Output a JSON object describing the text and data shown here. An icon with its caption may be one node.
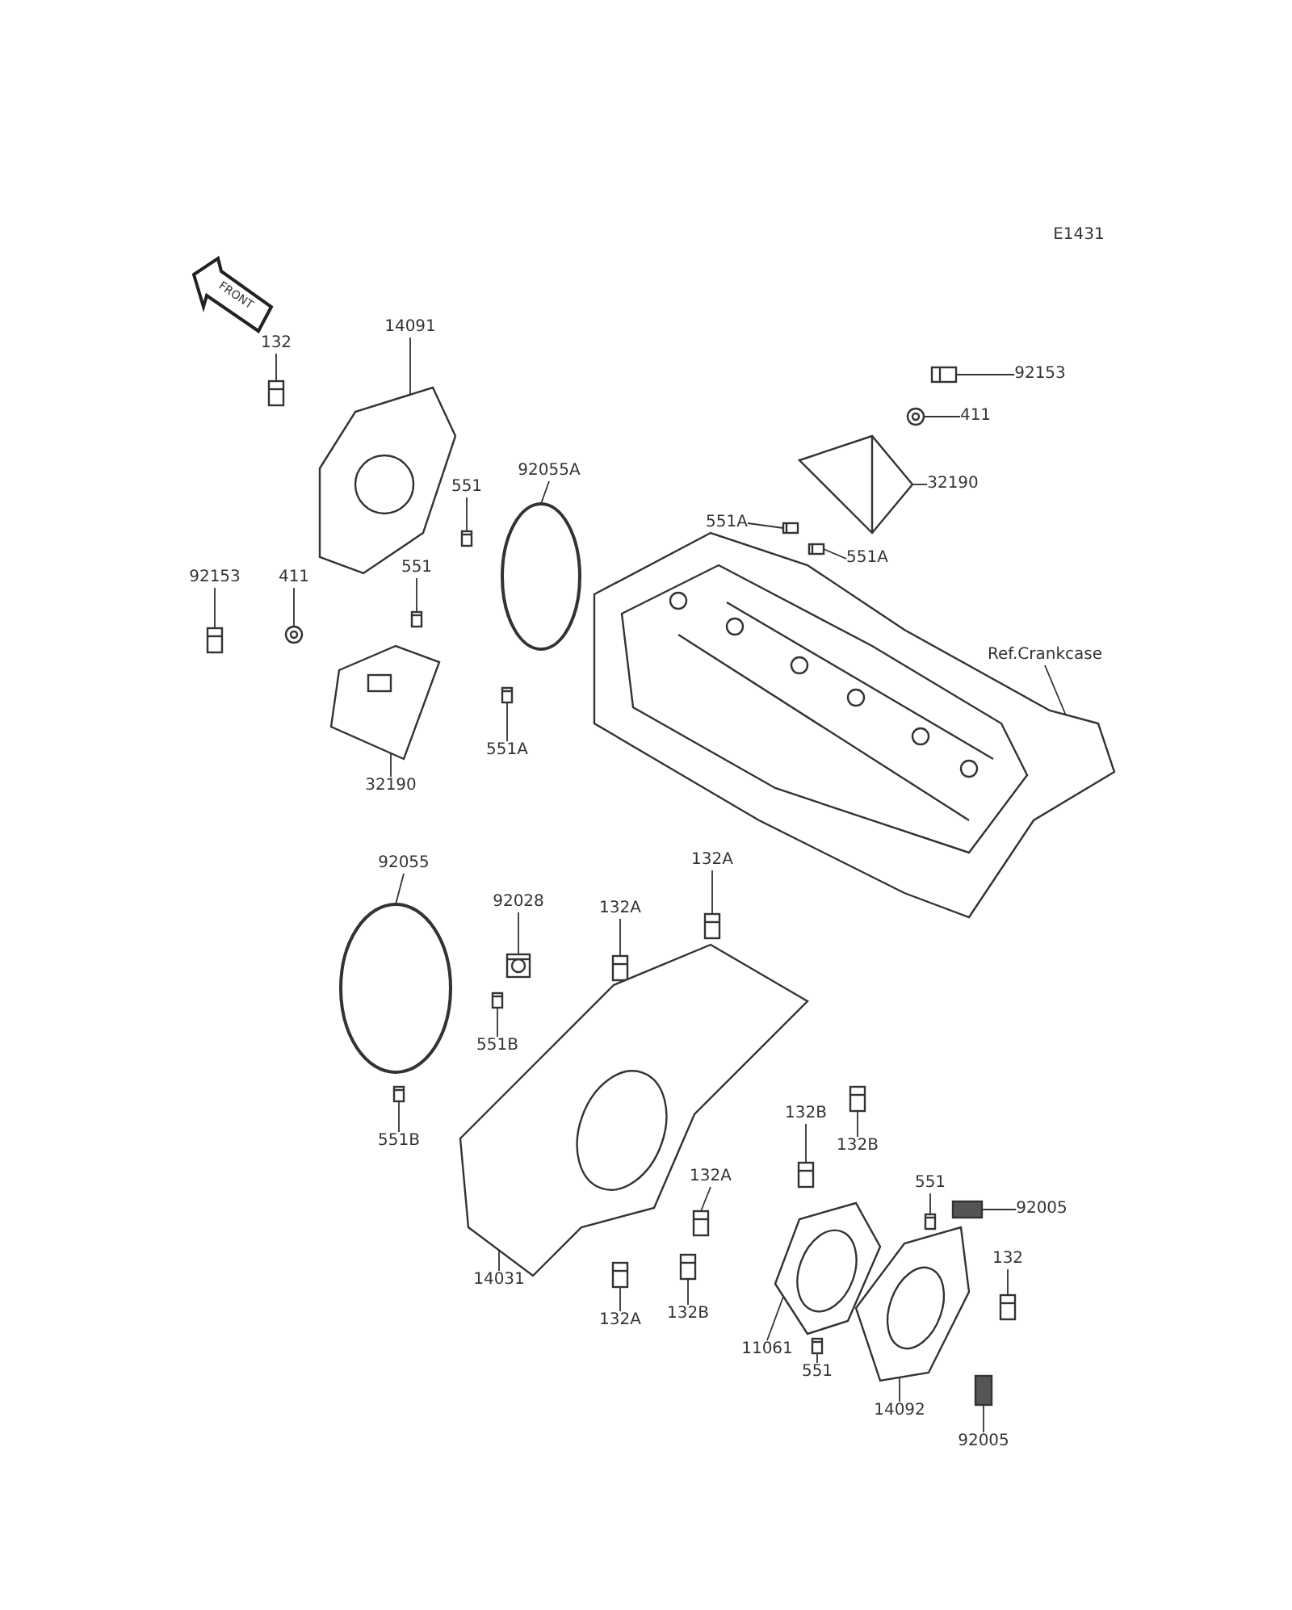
{
  "diagram": {
    "nodes": [
      {
        "text": [
          "132"
        ]
      },
      {
        "text": [
          "14091"
        ]
      },
      {
        "text": [
          "551"
        ]
      },
      {
        "text": [
          "92055A"
        ]
      },
      {
        "text": [
          "551"
        ]
      },
      {
        "text": [
          "92153"
        ]
      },
      {
        "text": [
          "411"
        ]
      },
      {
        "text": [
          "32190"
        ]
      },
      {
        "text": [
          "551A"
        ]
      },
      {
        "text": [
          "92153"
        ]
      },
      {
        "text": [
          "411"
        ]
      },
      {
        "text": [
          "32190"
        ]
      },
      {
        "text": [
          "551A"
        ]
      },
      {
        "text": [
          "551A"
        ]
      },
      {
        "text": [
          "Ref.Crankcase"
        ]
      },
      {
        "text": [
          "92055"
        ]
      },
      {
        "text": [
          "132A"
        ]
      },
      {
        "text": [
          "92028"
        ]
      },
      {
        "text": [
          "132A"
        ]
      },
      {
        "text": [
          "551B"
        ]
      },
      {
        "text": [
          "551B"
        ]
      },
      {
        "text": [
          "132B"
        ]
      },
      {
        "text": [
          "132B"
        ]
      },
      {
        "text": [
          "132A"
        ]
      },
      {
        "text": [
          "551"
        ]
      },
      {
        "text": [
          "92005"
        ]
      },
      {
        "text": [
          "132"
        ]
      },
      {
        "text": [
          "14031"
        ]
      },
      {
        "text": [
          "132A"
        ]
      },
      {
        "text": [
          "132B"
        ]
      },
      {
        "text": [
          "11061"
        ]
      },
      {
        "text": [
          "551"
        ]
      },
      {
        "text": [
          "14092"
        ]
      },
      {
        "text": [
          "92005"
        ]
      },
      {
        "text": [],
        "shape": "picture"
      },
      {
        "text": [],
        "shape": "picture"
      },
      {
        "text": [],
        "shape": "picture"
      },
      {
        "text": [],
        "shape": "circle"
      },
      {
        "text": [],
        "shape": "picture"
      },
      {
        "text": [],
        "shape": "picture"
      },
      {
        "text": [],
        "shape": "circle"
      },
      {
        "text": [],
        "shape": "picture"
      },
      {
        "text": [],
        "shape": "picture"
      },
      {
        "text": [],
        "shape": "picture"
      },
      {
        "text": [],
        "shape": "circle"
      },
      {
        "text": [],
        "shape": "picture"
      },
      {
        "text": [],
        "shape": "picture"
      },
      {
        "text": [],
        "shape": "picture"
      },
      {
        "text": [],
        "shape": "picture"
      },
      {
        "text": [],
        "shape": "circle"
      },
      {
        "text": [],
        "shape": "picture"
      },
      {
        "text": [],
        "shape": "picture"
      },
      {
        "text": [],
        "shape": "picture"
      },
      {
        "text": [],
        "shape": "picture"
      },
      {
        "text": [],
        "shape": "picture"
      },
      {
        "text": [],
        "shape": "picture"
      },
      {
        "text": [],
        "shape": "picture"
      },
      {
        "text": [],
        "shape": "picture"
      },
      {
        "text": [],
        "shape": "picture"
      },
      {
        "text": [],
        "shape": "picture"
      },
      {
        "text": [],
        "shape": "picture"
      },
      {
        "text": [],
        "shape": "picture"
      },
      {
        "text": [],
        "shape": "picture"
      },
      {
        "text": [],
        "shape": "picture"
      },
      {
        "text": [],
        "shape": "picture"
      },
      {
        "text": [],
        "shape": "picture"
      },
      {
        "text": [],
        "shape": "picture"
      },
      {
        "text": [],
        "shape": "picture"
      }
    ],
    "edges": [
      {
        "from": 0,
        "to": 34,
        "arrow": "none"
      },
      {
        "from": 1,
        "to": 35,
        "arrow": "none"
      },
      {
        "from": 2,
        "to": 36,
        "arrow": "none"
      },
      {
        "from": 3,
        "to": 37,
        "arrow": "none"
      },
      {
        "from": 4,
        "to": 38,
        "arrow": "none"
      },
      {
        "from": 5,
        "to": 39,
        "arrow": "none"
      },
      {
        "from": 6,
        "to": 40,
        "arrow": "none"
      },
      {
        "from": 7,
        "to": 41,
        "arrow": "none"
      },
      {
        "from": 8,
        "to": 42,
        "arrow": "none"
      },
      {
        "from": 9,
        "to": 43,
        "arrow": "none"
      },
      {
        "from": 10,
        "to": 44,
        "arrow": "none"
      },
      {
        "from": 11,
        "to": 45,
        "arrow": "none"
      },
      {
        "from": 12,
        "to": 46,
        "arrow": "none"
      },
      {
        "from": 13,
        "to": 47,
        "arrow": "none"
      },
      {
        "from": 14,
        "to": 48,
        "arrow": "none"
      },
      {
        "from": 15,
        "to": 49,
        "arrow": "none"
      },
      {
        "from": 16,
        "to": 50,
        "arrow": "none"
      },
      {
        "from": 17,
        "to": 51,
        "arrow": "none"
      },
      {
        "from": 18,
        "to": 52,
        "arrow": "none"
      },
      {
        "from": 19,
        "to": 53,
        "arrow": "none"
      },
      {
        "from": 20,
        "to": 54,
        "arrow": "none"
      },
      {
        "from": 21,
        "to": 55,
        "arrow": "none"
      },
      {
        "from": 22,
        "to": 56,
        "arrow": "none"
      },
      {
        "from": 23,
        "to": 57,
        "arrow": "none"
      },
      {
        "from": 24,
        "to": 58,
        "arrow": "none"
      },
      {
        "from": 25,
        "to": 59,
        "arrow": "none"
      },
      {
        "from": 26,
        "to": 60,
        "arrow": "none"
      },
      {
        "from": 27,
        "to": 61,
        "arrow": "none"
      },
      {
        "from": 28,
        "to": 62,
        "arrow": "none"
      },
      {
        "from": 29,
        "to": 63,
        "arrow": "none"
      },
      {
        "from": 30,
        "to": 64,
        "arrow": "none"
      },
      {
        "from": 31,
        "to": 65,
        "arrow": "none"
      },
      {
        "from": 32,
        "to": 66,
        "arrow": "none"
      },
      {
        "from": 33,
        "to": 67,
        "arrow": "none"
      }
    ],
    "labels": [
      "E1431",
      "FRONT"
    ]
  }
}
